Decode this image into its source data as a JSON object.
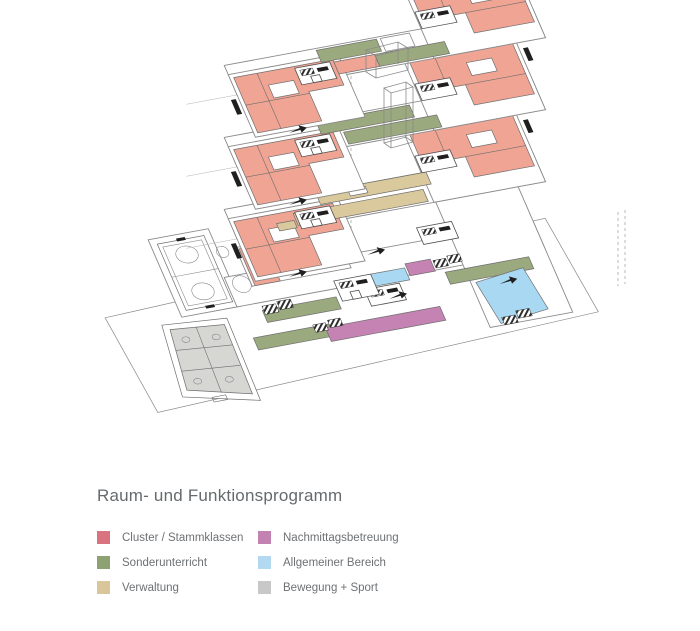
{
  "legend": {
    "title": "Raum- und Funktionsprogramm",
    "columns": [
      {
        "items": [
          {
            "label": "Cluster / Stammklassen",
            "color": "#d9737f"
          },
          {
            "label": "Sonderunterricht",
            "color": "#8ea172"
          },
          {
            "label": "Verwaltung",
            "color": "#d9c69a"
          }
        ]
      },
      {
        "items": [
          {
            "label": "Nachmittagsbetreuung",
            "color": "#c282b2"
          },
          {
            "label": "Allgemeiner Bereich",
            "color": "#b3d9f1"
          },
          {
            "label": "Bewegung + Sport",
            "color": "#c8c8c8"
          }
        ]
      }
    ]
  },
  "diagram": {
    "plan_colors": {
      "cluster": "#f0a494",
      "sonder": "#9ba97e",
      "verwaltung": "#dbc99e",
      "nachmittag": "#c583b4",
      "allgemein": "#a9d8f3",
      "sport": "#d6d6d3",
      "outline": "#8a8a8a",
      "detail": "#6e6e6e"
    }
  }
}
